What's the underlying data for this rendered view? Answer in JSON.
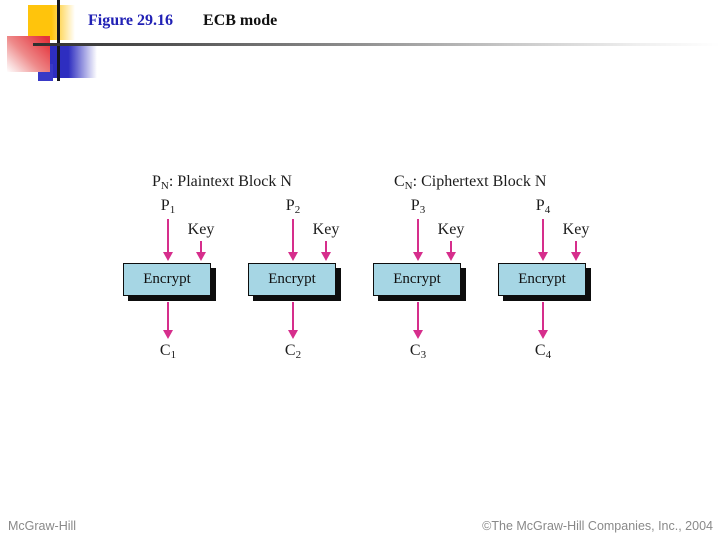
{
  "slide": {
    "figure_label": "Figure 29.16",
    "title": "ECB mode"
  },
  "legend": {
    "plaintext": {
      "base": "P",
      "sub": "N",
      "rest": ": Plaintext Block N"
    },
    "ciphertext": {
      "base": "C",
      "sub": "N",
      "rest": ": Ciphertext Block N"
    }
  },
  "diagram": {
    "columns": [
      {
        "input_base": "P",
        "input_sub": "1",
        "key_label": "Key",
        "box_label": "Encrypt",
        "output_base": "C",
        "output_sub": "1"
      },
      {
        "input_base": "P",
        "input_sub": "2",
        "key_label": "Key",
        "box_label": "Encrypt",
        "output_base": "C",
        "output_sub": "2"
      },
      {
        "input_base": "P",
        "input_sub": "3",
        "key_label": "Key",
        "box_label": "Encrypt",
        "output_base": "C",
        "output_sub": "3"
      },
      {
        "input_base": "P",
        "input_sub": "4",
        "key_label": "Key",
        "box_label": "Encrypt",
        "output_base": "C",
        "output_sub": "4"
      }
    ]
  },
  "footer": {
    "left": "McGraw-Hill",
    "right": "©The McGraw-Hill Companies, Inc., 2004"
  },
  "colors": {
    "title_blue": "#2121b5",
    "arrow_magenta": "#d62e8c",
    "box_fill": "#a6d6e4",
    "box_border": "#0d0d0d",
    "footer_gray": "#898989",
    "deco_yellow": "#ffc40c",
    "deco_red": "#e4333c",
    "deco_blue": "#2e2ec0"
  }
}
